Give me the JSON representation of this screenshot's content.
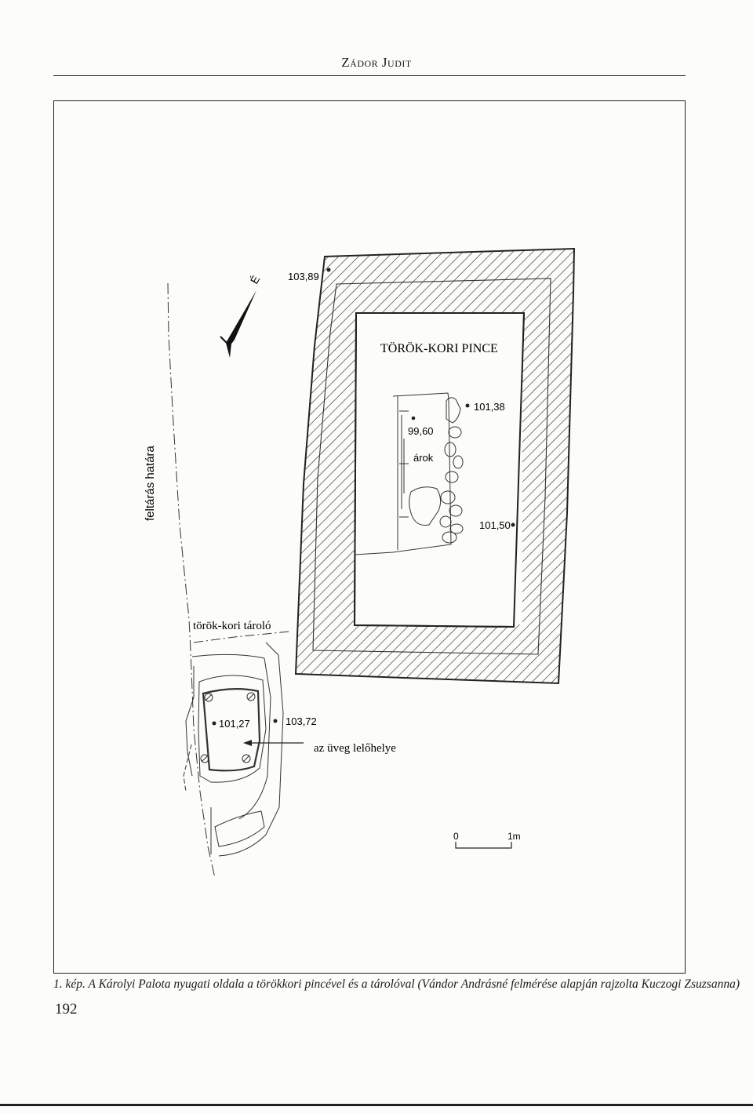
{
  "header": {
    "author_first": "Zádor",
    "author_last": "Judit"
  },
  "figure": {
    "north_mark": "É",
    "cellar_title": "TÖRÖK-KORI PINCE",
    "storage_label": "török-kori tároló",
    "trench_label": "árok",
    "boundary_label": "feltárás határa",
    "find_label": "az üveg lelőhelye",
    "elevations": {
      "e_103_89": "103,89",
      "e_101_38": "101,38",
      "e_99_60": "99,60",
      "e_101_50": "101,50",
      "e_101_27": "101,27",
      "e_103_72": "103,72"
    },
    "scale": {
      "start": "0",
      "end": "1m"
    }
  },
  "caption": {
    "number": "1. kép.",
    "text": "A Károlyi Palota nyugati oldala a törökkori pincével és a tárolóval (Vándor Andrásné felmérése alapján rajzolta Kuczogi Zsuzsanna)"
  },
  "page_number": "192"
}
